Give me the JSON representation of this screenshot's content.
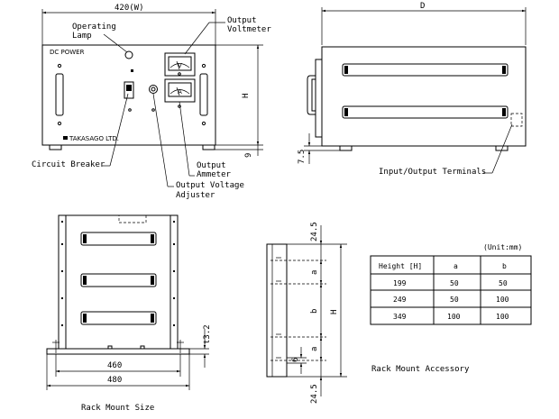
{
  "front_view": {
    "width_dim": "420(W)",
    "height_dim": "H",
    "foot_dim": "9",
    "panel_brand": "DC POWER",
    "maker_plate": "TAKASAGO LTD."
  },
  "side_view": {
    "depth_dim": "D",
    "foot_dim": "7.5"
  },
  "callouts": {
    "operating_lamp": "Operating\nLamp",
    "output_voltmeter": "Output\nVoltmeter",
    "circuit_breaker": "Circuit Breaker",
    "output_ammeter": "Output\nAmmeter",
    "output_voltage_adjuster": "Output Voltage\nAdjuster",
    "io_terminals": "Input/Output Terminals"
  },
  "meters": {
    "voltmeter_symbol": "V",
    "ammeter_symbol": "A"
  },
  "rack_mount_size": {
    "caption": "Rack Mount Size",
    "dim_inner": "460",
    "dim_outer": "480",
    "dim_side": "t3.2"
  },
  "rack_mount_accessory": {
    "caption": "Rack Mount Accessory",
    "dim_top": "24.5",
    "dim_bottom": "24.5",
    "dim_a": "a",
    "dim_b": "b",
    "dim_a2": "a",
    "dim_6": "6",
    "dim_h": "H"
  },
  "table": {
    "unit": "(Unit:mm)",
    "headers": [
      "Height [H]",
      "a",
      "b"
    ],
    "rows": [
      [
        "199",
        "50",
        "50"
      ],
      [
        "249",
        "50",
        "100"
      ],
      [
        "349",
        "100",
        "100"
      ]
    ]
  }
}
